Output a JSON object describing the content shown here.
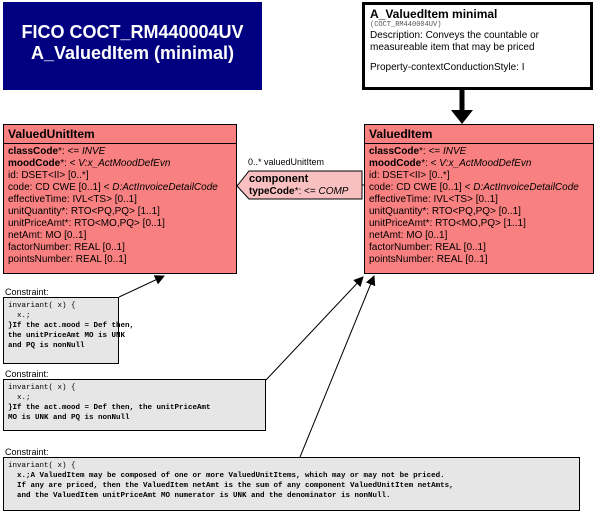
{
  "title": {
    "line1": "FICO COCT_RM440004UV",
    "line2": "A_ValuedItem (minimal)"
  },
  "entry_point": {
    "name": "A_ValuedItem minimal",
    "code": "(COCT_RM440004UV)",
    "description": "Description: Conveys the countable or measureable item that may be priced",
    "property": "Property-contextConductionStyle: I"
  },
  "valued_unit_item": {
    "name": "ValuedUnitItem",
    "rows": [
      {
        "b": "classCode",
        "r": "*: <= ",
        "i": "INVE"
      },
      {
        "b": "moodCode",
        "r": "*: < ",
        "i": "V:x_ActMoodDefEvn"
      },
      {
        "b": "",
        "r": "id: DSET<II> [0..*]",
        "i": ""
      },
      {
        "b": "",
        "r": "code: CD CWE [0..1] < ",
        "i": "D:ActInvoiceDetailCode"
      },
      {
        "b": "",
        "r": "effectiveTime: IVL<TS> [0..1]",
        "i": ""
      },
      {
        "b": "",
        "r": "unitQuantity*: RTO<PQ,PQ> [1..1]",
        "i": ""
      },
      {
        "b": "",
        "r": "unitPriceAmt*: RTO<MO,PQ> [0..1]",
        "i": ""
      },
      {
        "b": "",
        "r": "netAmt: MO [0..1]",
        "i": ""
      },
      {
        "b": "",
        "r": "factorNumber: REAL [0..1]",
        "i": ""
      },
      {
        "b": "",
        "r": "pointsNumber: REAL [0..1]",
        "i": ""
      }
    ]
  },
  "valued_item": {
    "name": "ValuedItem",
    "rows": [
      {
        "b": "classCode",
        "r": "*: <= ",
        "i": "INVE"
      },
      {
        "b": "moodCode",
        "r": "*: < ",
        "i": "V:x_ActMoodDefEvn"
      },
      {
        "b": "",
        "r": "id: DSET<II> [0..*]",
        "i": ""
      },
      {
        "b": "",
        "r": "code: CD CWE [0..1] < ",
        "i": "D:ActInvoiceDetailCode"
      },
      {
        "b": "",
        "r": "effectiveTime: IVL<TS> [0..1]",
        "i": ""
      },
      {
        "b": "",
        "r": "unitQuantity*: RTO<PQ,PQ> [0..1]",
        "i": ""
      },
      {
        "b": "",
        "r": "unitPriceAmt*: RTO<MO,PQ> [1..1]",
        "i": ""
      },
      {
        "b": "",
        "r": "netAmt: MO [0..1]",
        "i": ""
      },
      {
        "b": "",
        "r": "factorNumber: REAL [0..1]",
        "i": ""
      },
      {
        "b": "",
        "r": "pointsNumber: REAL [0..1]",
        "i": ""
      }
    ]
  },
  "association": {
    "multiplicity": "0..* valuedUnitItem",
    "name": "component",
    "type_label": "typeCode",
    "type_rest": "*: <= ",
    "type_value": "COMP"
  },
  "constraints": {
    "c1": {
      "label": "Constraint:",
      "lines": [
        "invariant( x) {",
        "  x.;",
        "}If the act.mood = Def then,",
        "the unitPriceAmt MO is UNK",
        "and PQ is nonNull"
      ]
    },
    "c2": {
      "label": "Constraint:",
      "lines": [
        "invariant( x) {",
        "  x.;",
        "}If the act.mood = Def then, the unitPriceAmt",
        "MO is UNK and PQ is nonNull"
      ]
    },
    "c3": {
      "label": "Constraint:",
      "lines": [
        "invariant( x) {",
        "  x.;A ValuedItem may be composed of one or more ValuedUnitItems, which may or may not be priced.",
        "  If any are priced, then the ValuedItem netAmt is the sum of any component ValuedUnitItem netAmts,",
        "  and the ValuedItem unitPriceAmt MO numerator is UNK and the denominator is nonNull."
      ]
    }
  },
  "colors": {
    "title_bg": "#000080",
    "class_fill": "#f88080",
    "assoc_fill": "#f8c0c0",
    "constraint_fill": "#e6e6e6"
  }
}
